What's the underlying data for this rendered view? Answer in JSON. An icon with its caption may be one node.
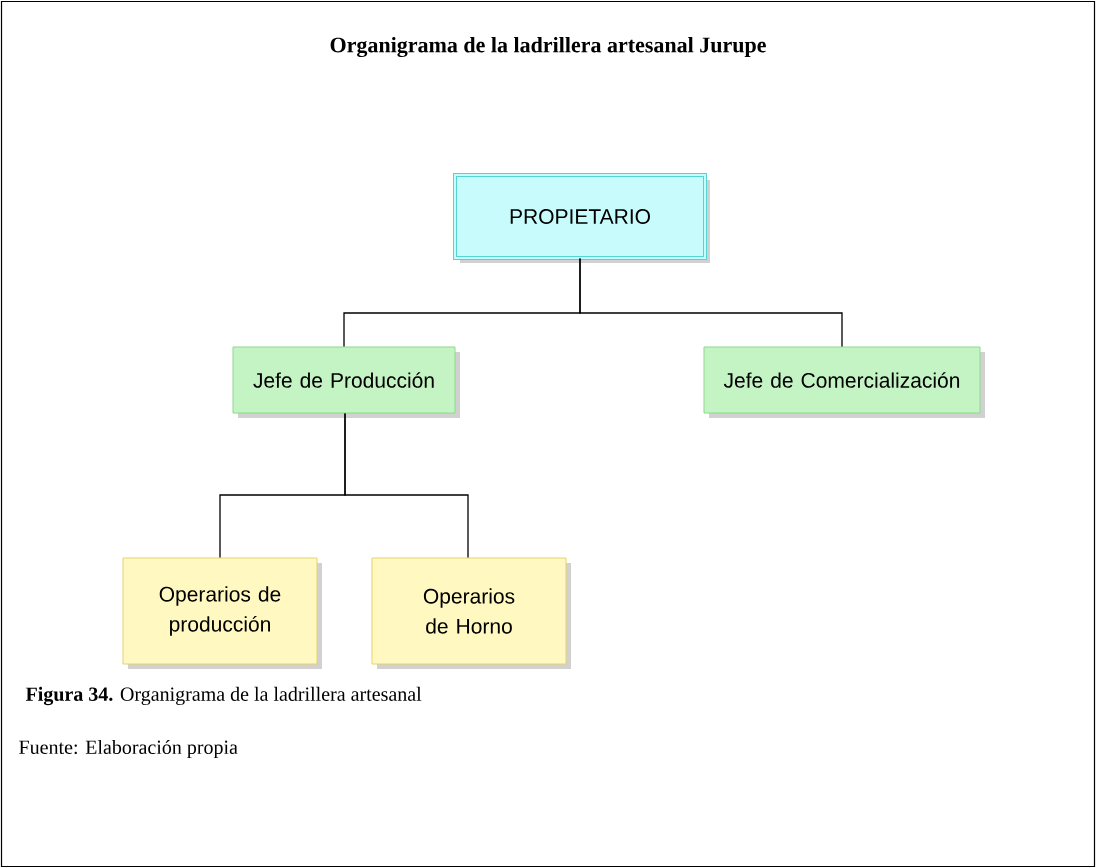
{
  "diagram": {
    "title": "Organigrama de la ladrillera artesanal Jurupe",
    "nodes": [
      {
        "text": [
          "PROPIETARIO"
        ]
      },
      {
        "text": [
          "Jefe de Producción"
        ]
      },
      {
        "text": [
          "Jefe de Comercialización"
        ]
      },
      {
        "text": [
          "Operarios de producción"
        ]
      },
      {
        "text": [
          "Operarios de Horno"
        ]
      }
    ],
    "edges": [
      {
        "from": 0,
        "to": 1,
        "arrow": "none"
      },
      {
        "from": 0,
        "to": 2,
        "arrow": "none"
      },
      {
        "from": 1,
        "to": 3,
        "arrow": "none"
      },
      {
        "from": 1,
        "to": 4,
        "arrow": "none"
      }
    ],
    "caption": "**Figura 34.** Organigrama de la ladrillera artesanal",
    "labels": [
      "Fuente: Elaboración propia"
    ]
  }
}
